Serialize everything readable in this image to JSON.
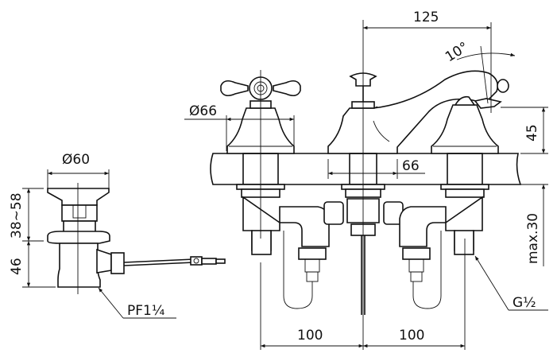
{
  "drawing": {
    "faucet": {
      "spout_reach": "125",
      "spout_angle": "10°",
      "handle_diameter": "Ø66",
      "handle_height": "45",
      "base_width": "66",
      "deck_thickness": "max.30",
      "connection_thread": "G½",
      "spacing_left": "100",
      "spacing_right": "100"
    },
    "drain": {
      "diameter": "Ø60",
      "adjust_range": "38~58",
      "body_height": "46",
      "thread": "PF1¼"
    },
    "line_color": "#111111"
  }
}
